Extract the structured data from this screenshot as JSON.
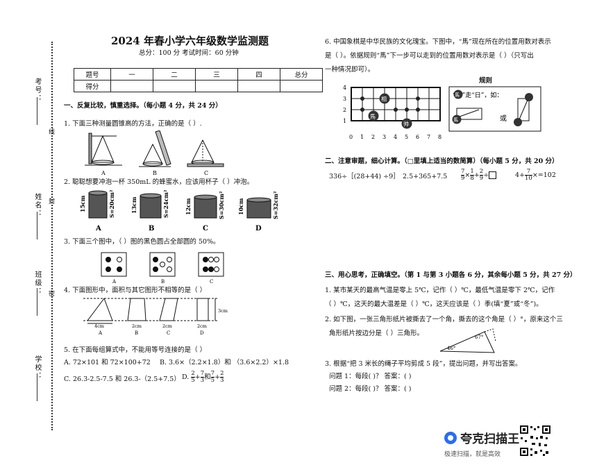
{
  "header": {
    "title": "2024 年春小学六年级数学监测题",
    "subtitle": "总分：100 分   考试时间：60 分钟"
  },
  "sidebar": {
    "labels": [
      "考号：",
      "线",
      "姓名：",
      "封",
      "班级：",
      "密",
      "学校："
    ]
  },
  "score_table": {
    "row1": [
      "题号",
      "一",
      "二",
      "三",
      "四",
      "总分"
    ],
    "row2_label": "得分"
  },
  "section1": {
    "heading": "一、反复比较，慎重选择。（每小题 4 分，共 24 分）",
    "q1": "1. 下面三种测量圆锥高的方法，正确的是（    ）.",
    "q1_labels": [
      "A",
      "B",
      "C"
    ],
    "q2": "2. 聪聪想要冲泡一杯 350mL 的蜂蜜水，应该用杯子（    ）冲泡。",
    "q2_cups": [
      {
        "h": "15cm",
        "s": "S=20cm²",
        "label": "A"
      },
      {
        "h": "13cm",
        "s": "S=24cm²",
        "label": "B"
      },
      {
        "h": "12cm",
        "s": "S=30cm²",
        "label": "C"
      },
      {
        "h": "10cm",
        "s": "S=32cm²",
        "label": "D"
      }
    ],
    "q3": "3. 下面三个图中，（    ）图的黑色圆占全部圆的 50%。",
    "q3_labels": [
      "A",
      "B",
      "C"
    ],
    "q4": "4. 下面图形中，面积与其它图形不相等的是（        ）",
    "q4_dims": [
      "4cm",
      "2cm",
      "2cm",
      "2cm",
      "3cm"
    ],
    "q4_labels": [
      "A",
      "B",
      "C",
      "D"
    ],
    "q5": "5. 在下面每组算式中，不能用等号连接的是（     ）",
    "q5_A": "A. 72×101 和 72×100+72",
    "q5_B": "B.  3.6×（2.2×1.8）和 （3.6×2.2）×1.8",
    "q5_C": "C.  26.3-2.5-7.5 和 26.3-（2.5+7.5）",
    "q5_D_label": "D.",
    "q5_D_and": "和",
    "q5_D_plus": "+",
    "q5_D_mult": "×",
    "q5_D_n1": "2",
    "q5_D_d1": "5",
    "q5_D_n2": "7",
    "q5_D_d2": "3",
    "q5_D_n3": "7",
    "q5_D_d3": "5",
    "q5_D_n4": "2",
    "q5_D_d4": "3"
  },
  "right": {
    "q6_line1": "6. 中国象棋是中华民族的文化瑰宝。下图中，“馬”现在所在的位置用数对表示",
    "q6_line2": "是（    ）。依据规则“馬”下一步可以走到的位置用数对表示是（     ）（只写出",
    "q6_line3": "一种情况即可）。",
    "rule_title": "规则",
    "rule_text1": "“馬”走“日”，如：",
    "rule_or": "或",
    "pieces": [
      "相",
      "馬",
      "帅",
      "馬",
      "馬"
    ],
    "board_y_labels": [
      "4",
      "3",
      "2",
      "1"
    ],
    "board_x_labels": [
      "0",
      "1",
      "2",
      "3",
      "4",
      "5",
      "6",
      "7",
      "8"
    ],
    "sec2_heading": "二、注意审题，细心计算。（□里填上适当的数简算）（每小题 5 分，共 20 分）",
    "calc1": "336÷［(28+44) ÷9］",
    "calc2": "2.5+365+7.5",
    "calc3_n1": "7",
    "calc3_d1": "9",
    "calc3_n2": "1",
    "calc3_d2": "8",
    "calc3_n3": "2",
    "calc3_d3": "9",
    "calc3_ops": [
      "×",
      "+",
      "÷"
    ],
    "calc4_pre": "4+",
    "calc4_n": "7",
    "calc4_d": "10",
    "calc4_post": "×=102",
    "sec3_heading": "三、用心思考，正确填空。（第 1 与第 3 小题各 6 分，其余每小题 5 分，共 27 分）",
    "s3q1_l1": "1. 某市某天的最高气温是零上 5℃，记作（    ）℃，最低气温是零下 2℃，记作",
    "s3q1_l2": "（    ）℃，这天的最大温差是（    ）℃，这天应该是（      ）季(填“夏”或“冬”)。",
    "s3q2_l1": "2. 如下图，一张三角形纸片被撕去了一个角，撕去的这个角是（    ）°，原来这个三",
    "s3q2_l2": "角形纸片按边分是（    ）三角形。",
    "angle1": "67°",
    "angle2": "46°",
    "s3q3": "3. 根据“把 3 米长的绳子平均剪成 5 段”，提出问题，并写出答案。",
    "s3q3_a1": "问题 1：每段(                              )？ 答案：(      )",
    "s3q3_a2": "问题 2：每段(                              )？ 答案：(      )"
  },
  "watermark": {
    "name": "夸克扫描王",
    "slogan": "极速扫描，就是高效"
  }
}
